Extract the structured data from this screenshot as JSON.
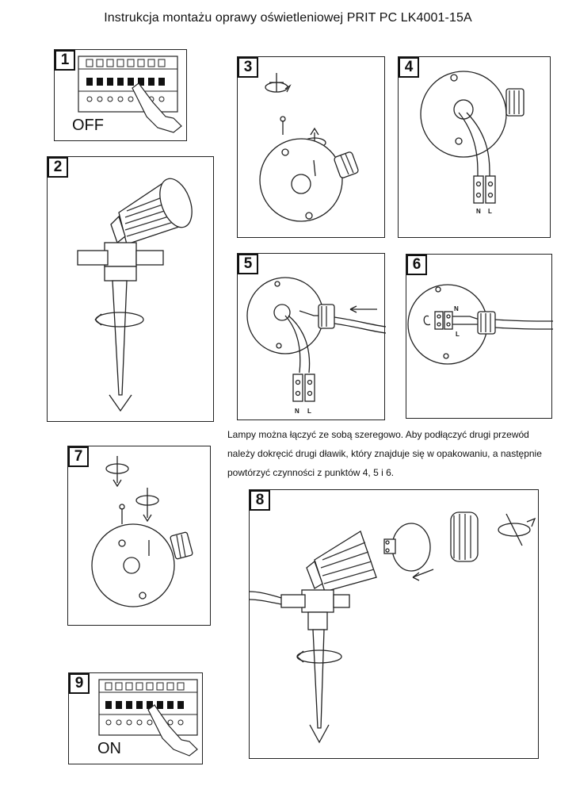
{
  "title": "Instrukcja montażu oprawy oświetleniowej PRIT PC LK4001-15A",
  "steps": {
    "s1": {
      "number": "1",
      "label": "OFF"
    },
    "s2": {
      "number": "2"
    },
    "s3": {
      "number": "3"
    },
    "s4": {
      "number": "4",
      "terminal_n": "N",
      "terminal_l": "L"
    },
    "s5": {
      "number": "5",
      "terminal_n": "N",
      "terminal_l": "L"
    },
    "s6": {
      "number": "6",
      "terminal_n": "N",
      "terminal_l": "L"
    },
    "s7": {
      "number": "7"
    },
    "s8": {
      "number": "8"
    },
    "s9": {
      "number": "9",
      "label": "ON"
    }
  },
  "note": {
    "line1": "Lampy można łączyć ze sobą szeregowo. Aby podłączyć drugi przewód",
    "line2": "należy dokręcić drugi dławik, który znajduje się w opakowaniu, a następnie",
    "line3": "powtórzyć czynności z punktów 4, 5 i 6."
  },
  "icons": {
    "hand": "hand-icon",
    "rotate": "rotate-arrow-icon",
    "screw": "screw-icon",
    "spike": "ground-spike-icon",
    "box": "junction-box-icon",
    "bulb": "bulb-icon"
  }
}
